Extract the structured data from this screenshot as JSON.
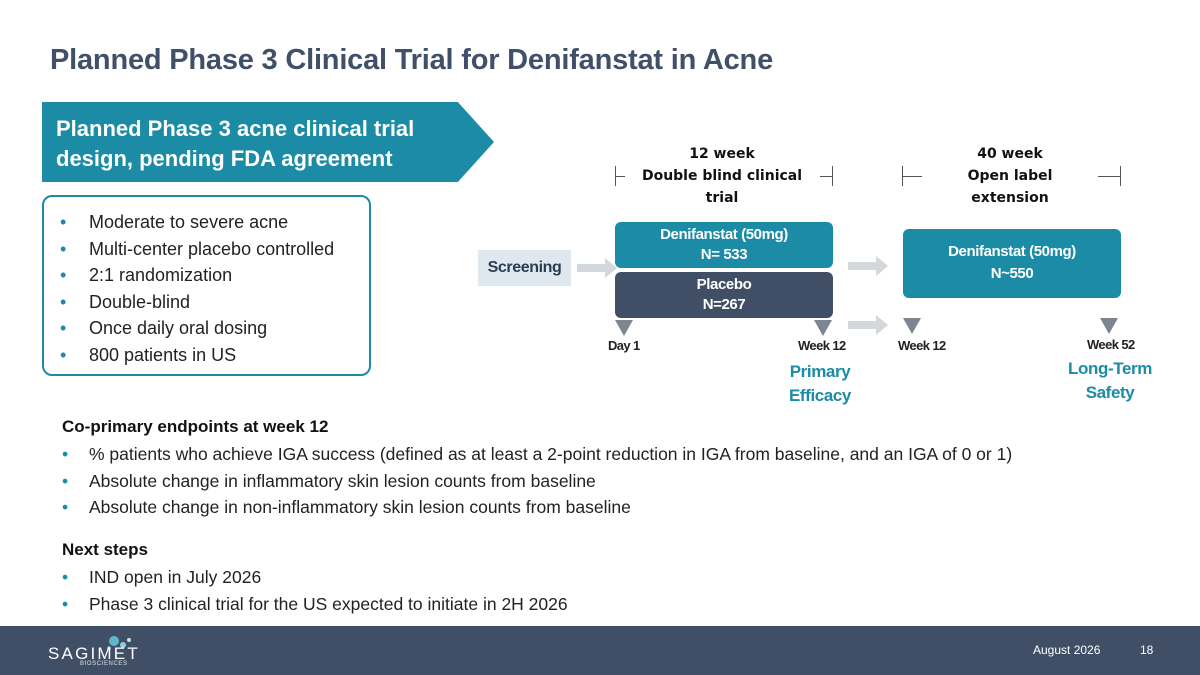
{
  "title": "Planned Phase 3 Clinical Trial for Denifanstat in Acne",
  "banner": {
    "line1": "Planned Phase 3 acne clinical trial",
    "line2": "design, pending FDA agreement"
  },
  "criteria": [
    "Moderate to severe acne",
    "Multi-center placebo controlled",
    "2:1 randomization",
    "Double-blind",
    "Once daily oral dosing",
    "800 patients in US"
  ],
  "phases": {
    "double_blind": {
      "duration": "12 week",
      "name": "Double blind clinical trial"
    },
    "open_label": {
      "duration": "40 week",
      "name": "Open label extension"
    }
  },
  "screening": "Screening",
  "arms": {
    "treatment": {
      "name": "Denifanstat (50mg)",
      "n": "N= 533"
    },
    "placebo": {
      "name": "Placebo",
      "n": "N=267"
    },
    "extension": {
      "name": "Denifanstat (50mg)",
      "n": "N~550"
    }
  },
  "timeline": {
    "day1": "Day 1",
    "week12a": "Week 12",
    "week12b": "Week 12",
    "week52": "Week 52"
  },
  "outcomes": {
    "primary_line1": "Primary",
    "primary_line2": "Efficacy",
    "safety_line1": "Long-Term",
    "safety_line2": "Safety"
  },
  "endpoints": {
    "heading": "Co-primary endpoints at week 12",
    "items": [
      "% patients who achieve IGA success (defined as at least a 2-point reduction in IGA from baseline, and an IGA of 0 or 1)",
      "Absolute change in inflammatory skin lesion counts from baseline",
      "Absolute change in non-inflammatory skin lesion counts from baseline"
    ]
  },
  "next_steps": {
    "heading": "Next steps",
    "items": [
      "IND open in July 2026",
      "Phase 3 clinical trial for the US expected to initiate in 2H 2026"
    ]
  },
  "footer": {
    "logo": "SAGIMET",
    "logo_sub": "BIOSCIENCES",
    "date": "August 2026",
    "page": "18"
  },
  "colors": {
    "accent_teal": "#1b8ba6",
    "placebo_slate": "#404f66",
    "title_blue": "#3f5068",
    "footer_bg": "#404f66"
  },
  "icons": [
    "arrow-right-icon",
    "down-triangle-icon",
    "bullet-icon"
  ]
}
